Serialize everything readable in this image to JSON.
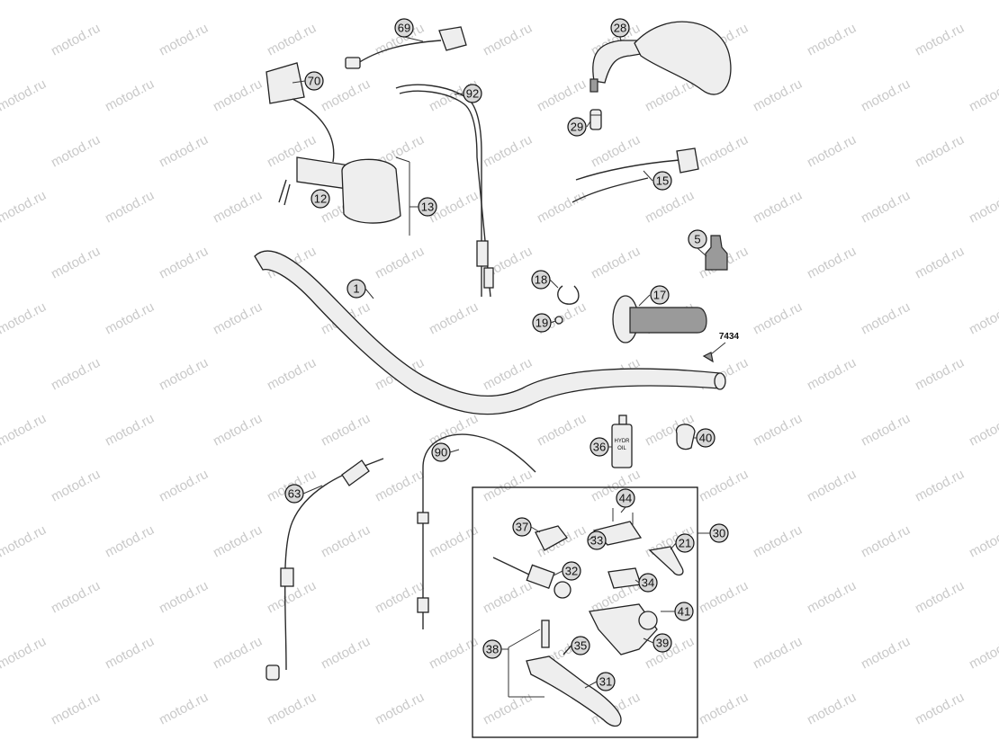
{
  "diagram": {
    "watermark_text": "motod.ru",
    "reference_label": "7434",
    "oil_bottle_text": [
      "HYDR",
      "OIL"
    ],
    "callouts": [
      "1",
      "5",
      "12",
      "13",
      "15",
      "17",
      "18",
      "19",
      "21",
      "28",
      "29",
      "30",
      "31",
      "32",
      "33",
      "34",
      "35",
      "36",
      "37",
      "38",
      "39",
      "40",
      "41",
      "44",
      "63",
      "69",
      "70",
      "90",
      "92"
    ]
  }
}
